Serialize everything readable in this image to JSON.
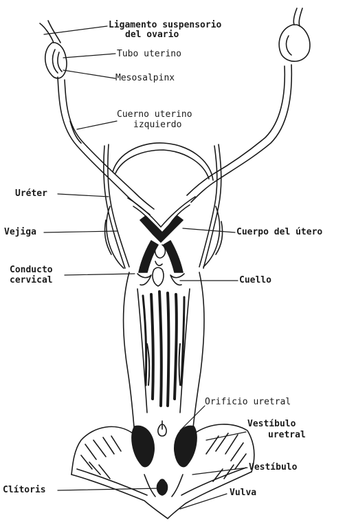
{
  "labels": {
    "ligamento": "Ligamento suspensorio",
    "ligamento2": "del ovario",
    "tubo": "Tubo uterino",
    "mesosalpinx": "Mesosalpinx",
    "cuerno": "Cuerno uterino",
    "cuerno2": "izquierdo",
    "ureter": "Uréter",
    "vejiga": "Vejiga",
    "cuerpo": "Cuerpo del útero",
    "conducto": "Conducto",
    "conducto2": "cervical",
    "cuello": "Cuello",
    "orificio": "Orificio uretral",
    "vestibulo_uretral": "Vestíbulo",
    "vestibulo_uretral2": "uretral",
    "vestibulo": "Vestíbulo",
    "clitoris": "Clítoris",
    "vulva": "Vulva"
  },
  "colors": {
    "ink": "#1a1a1a",
    "paper": "#ffffff"
  }
}
